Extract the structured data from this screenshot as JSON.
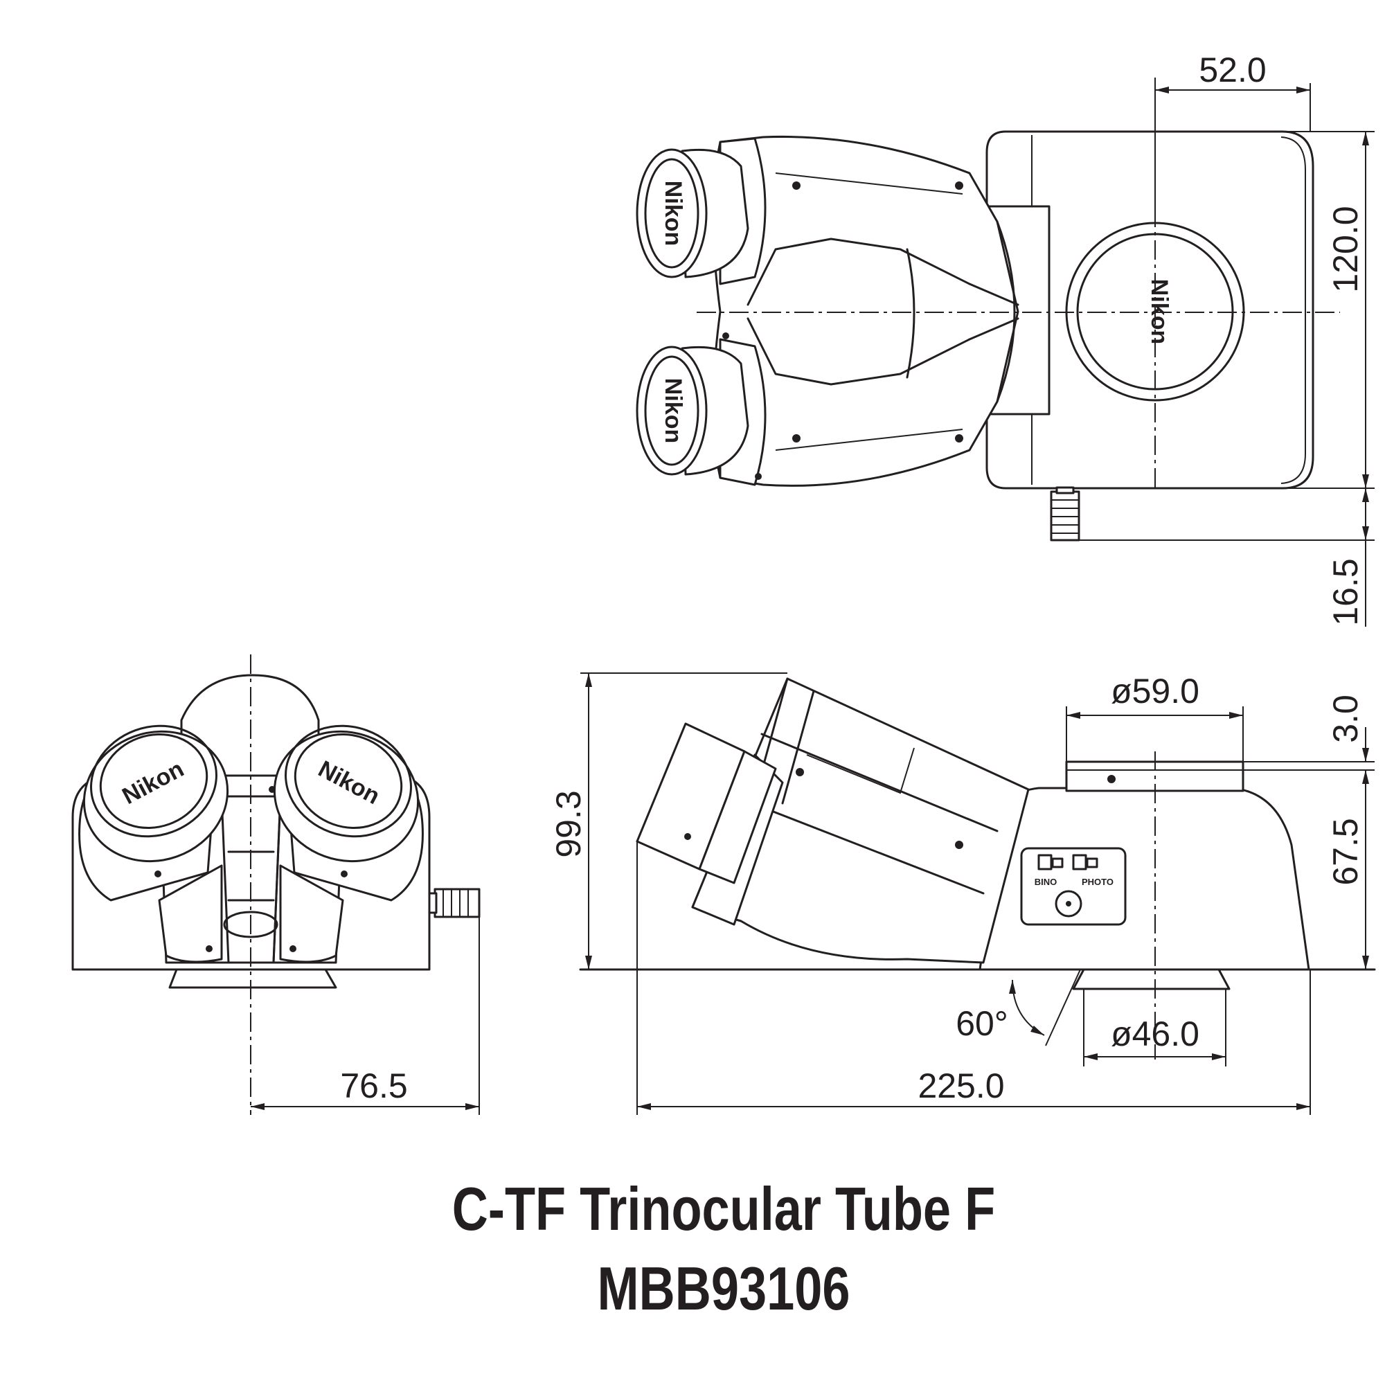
{
  "title": {
    "product_name": "C-TF Trinocular Tube F",
    "part_number": "MBB93106"
  },
  "brand_marks": {
    "logo_text": "Nikon",
    "port_label_left": "BINO",
    "port_label_right": "PHOTO"
  },
  "dimensions": {
    "top_view": {
      "port_offset": "52.0",
      "depth": "120.0",
      "knob_projection": "16.5"
    },
    "side_view": {
      "height": "99.3",
      "port_diameter": "ø59.0",
      "port_height": "3.0",
      "body_height": "67.5",
      "angle": "60°",
      "mount_diameter": "ø46.0",
      "length": "225.0"
    },
    "front_view": {
      "knob_offset": "76.5"
    }
  },
  "colors": {
    "line": "#231f20",
    "background": "#ffffff"
  }
}
